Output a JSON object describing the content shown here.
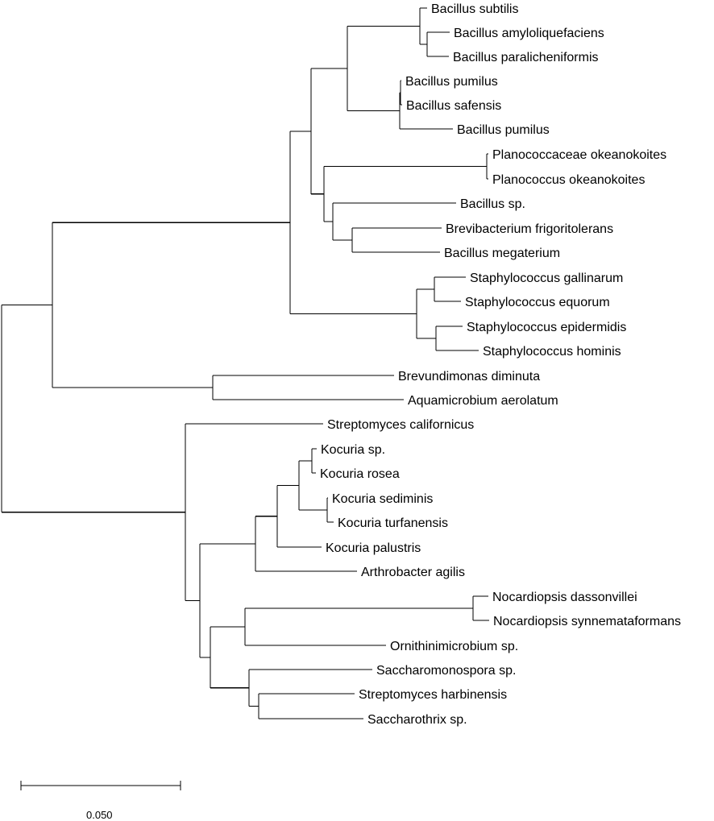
{
  "figure": {
    "taxa": [
      "Bacillus subtilis",
      "Bacillus amyloliquefaciens",
      "Bacillus paralicheniformis",
      "Bacillus pumilus",
      "Bacillus safensis",
      "Bacillus pumilus",
      "Planococcaceae okeanokoites",
      "Planococcus okeanokoites",
      "Bacillus sp.",
      "Brevibacterium frigoritolerans",
      "Bacillus megaterium",
      "Staphylococcus gallinarum",
      "Staphylococcus equorum",
      "Staphylococcus epidermidis",
      "Staphylococcus hominis",
      "Brevundimonas diminuta",
      "Aquamicrobium aerolatum",
      "Streptomyces californicus",
      "Kocuria sp.",
      "Kocuria rosea",
      "Kocuria sediminis",
      "Kocuria turfanensis",
      "Kocuria palustris",
      "Arthrobacter agilis",
      "Nocardiopsis dassonvillei",
      "Nocardiopsis synnemataformans",
      "Ornithinimicrobium sp.",
      "Saccharomonospora sp.",
      "Streptomyces harbinensis",
      "Saccharothrix sp."
    ],
    "scale_bar": {
      "label": "0.050",
      "value": 0.05
    },
    "colors": {
      "line": "#000000",
      "text": "#000000",
      "background": "#ffffff"
    }
  }
}
